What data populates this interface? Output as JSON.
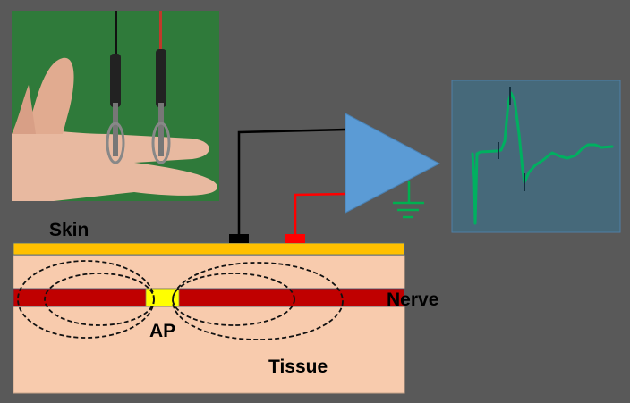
{
  "labels": {
    "skin": "Skin",
    "nerve": "Nerve",
    "ap": "AP",
    "tissue": "Tissue"
  },
  "colors": {
    "background": "#595959",
    "skin": "#ffc000",
    "tissue": "#f8cbad",
    "nerve": "#c00000",
    "action_potential": "#ffff00",
    "amplifier": "#5b9bd5",
    "trace": "#00b060",
    "ground": "#00b050",
    "scope_bg": "#46697a"
  }
}
